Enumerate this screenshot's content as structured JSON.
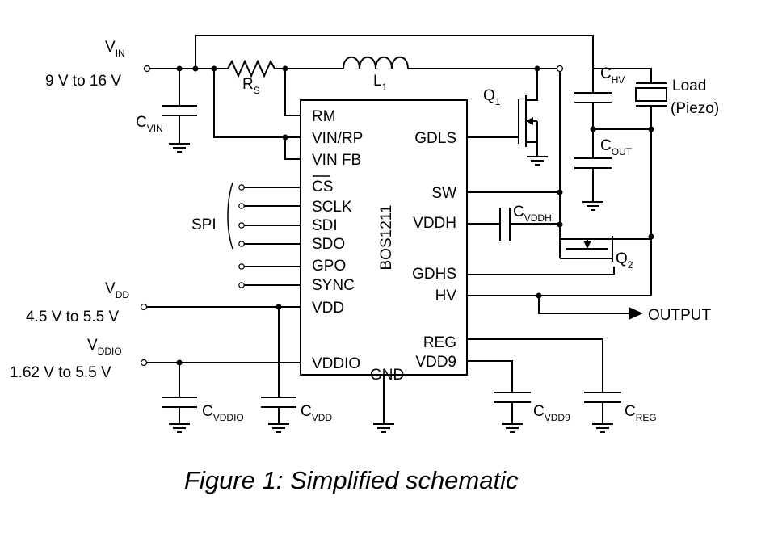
{
  "vin": {
    "label": "V",
    "sub": "IN",
    "range": "9 V to 16 V"
  },
  "vdd": {
    "label": "V",
    "sub": "DD",
    "range": "4.5 V to 5.5 V"
  },
  "vddio": {
    "label": "V",
    "sub": "DDIO",
    "range": "1.62 V to 5.5 V"
  },
  "components": {
    "rs": {
      "label": "R",
      "sub": "S"
    },
    "l1": {
      "label": "L",
      "sub": "1"
    },
    "q1": {
      "label": "Q",
      "sub": "1"
    },
    "q2": {
      "label": "Q",
      "sub": "2"
    },
    "cvin": {
      "label": "C",
      "sub": "VIN"
    },
    "chv": {
      "label": "C",
      "sub": "HV"
    },
    "cout": {
      "label": "C",
      "sub": "OUT"
    },
    "cvddh": {
      "label": "C",
      "sub": "VDDH"
    },
    "cvddio": {
      "label": "C",
      "sub": "VDDIO"
    },
    "cvdd": {
      "label": "C",
      "sub": "VDD"
    },
    "cvdd9": {
      "label": "C",
      "sub": "VDD9"
    },
    "creg": {
      "label": "C",
      "sub": "REG"
    }
  },
  "load": {
    "line1": "Load",
    "line2": "(Piezo)"
  },
  "spi_label": "SPI",
  "output_label": "OUTPUT",
  "chip": {
    "name": "BOS1211",
    "left_pins": [
      "RM",
      "VIN/RP",
      "VIN FB",
      "CS",
      "SCLK",
      "SDI",
      "SDO",
      "GPO",
      "SYNC",
      "VDD",
      "VDDIO"
    ],
    "right_pins": [
      "GDLS",
      "SW",
      "VDDH",
      "GDHS",
      "HV",
      "REG",
      "VDD9"
    ],
    "bottom_pin": "GND"
  },
  "caption": "Figure 1: Simplified schematic"
}
